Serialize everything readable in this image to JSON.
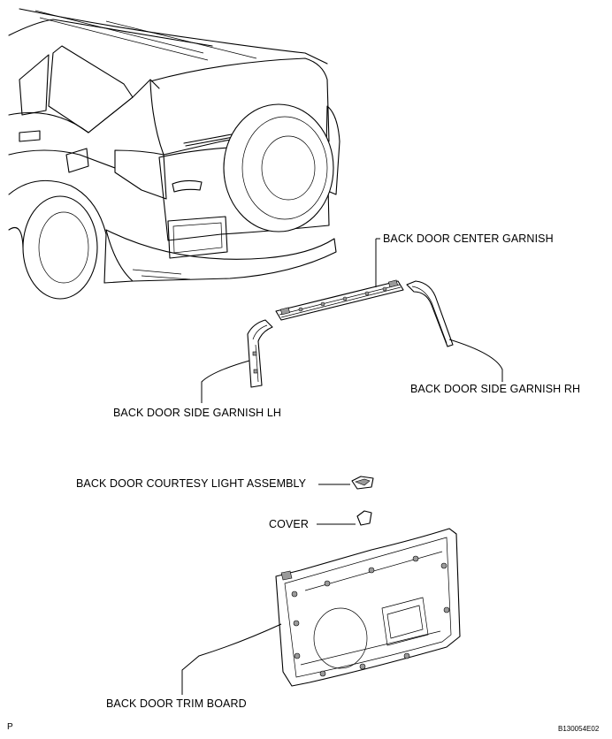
{
  "labels": {
    "center_garnish": "BACK DOOR CENTER GARNISH",
    "side_garnish_rh": "BACK DOOR SIDE GARNISH RH",
    "side_garnish_lh": "BACK DOOR SIDE GARNISH LH",
    "courtesy_light": "BACK DOOR COURTESY LIGHT ASSEMBLY",
    "cover": "COVER",
    "trim_board": "BACK DOOR TRIM BOARD"
  },
  "corner_mark": "P",
  "figure_code": "B130054E02"
}
